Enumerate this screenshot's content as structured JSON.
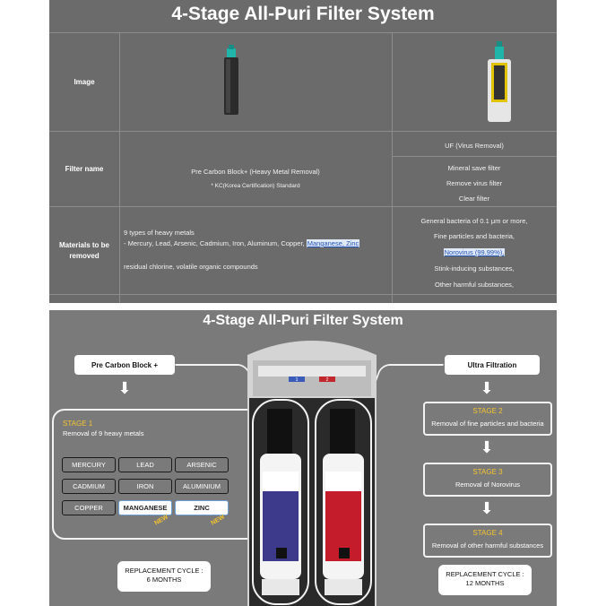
{
  "top": {
    "title": "4-Stage All-Puri Filter System",
    "row_labels": {
      "image": "Image",
      "filter_name": "Filter name",
      "materials": "Materials to be removed"
    },
    "col1": {
      "filter_name": "Pre Carbon Block+ (Heavy Metal Removal)",
      "certification": "* KC(Korea Certification) Standard",
      "materials_line1": "9 types of heavy metals",
      "materials_line2_plain": "- Mercury, Lead, Arsenic, Cadmium, Iron, Aluminum, Copper,",
      "materials_line2_highlight": "Manganese, Zinc",
      "materials_line3": "residual chlorine, volatile organic compounds"
    },
    "col2": {
      "filter_name": "UF (Virus Removal)",
      "features": [
        "Mineral save filter",
        "Remove virus filter",
        "Clear filter"
      ],
      "materials": [
        "General bacteria of 0.1 μm or more,",
        "Fine particles and bacteria,",
        "Norovirus (99.99%),",
        "Stink-inducing substances,",
        "Other harmful substances,"
      ]
    }
  },
  "bottom": {
    "title": "4-Stage All-Puri Filter System",
    "left_filter": "Pre Carbon Block +",
    "right_filter": "Ultra Filtration",
    "stage1": {
      "title": "STAGE 1",
      "subtitle": "Removal of 9 heavy metals",
      "metals": [
        "MERCURY",
        "LEAD",
        "ARSENIC",
        "CADMIUM",
        "IRON",
        "ALUMINIUM",
        "COPPER",
        "MANGANESE",
        "ZINC"
      ],
      "new_label": "NEW"
    },
    "stages": [
      {
        "title": "STAGE 2",
        "desc": "Removal of fine particles and bacteria"
      },
      {
        "title": "STAGE 3",
        "desc": "Removal of Norovirus"
      },
      {
        "title": "STAGE 4",
        "desc": "Removal of other harmful substances"
      }
    ],
    "replacement_left": {
      "line1": "REPLACEMENT CYCLE :",
      "line2": "6 MONTHS"
    },
    "replacement_right": {
      "line1": "REPLACEMENT CYCLE :",
      "line2": "12 MONTHS"
    },
    "filter_numbers": [
      "1",
      "2"
    ]
  },
  "colors": {
    "stage_title": "#f5c430",
    "top_bg": "#6b6b6b",
    "bottom_bg": "#7a7a7a",
    "link_blue": "#2352b8"
  },
  "icons": {
    "arrow": "down-arrow-icon"
  }
}
